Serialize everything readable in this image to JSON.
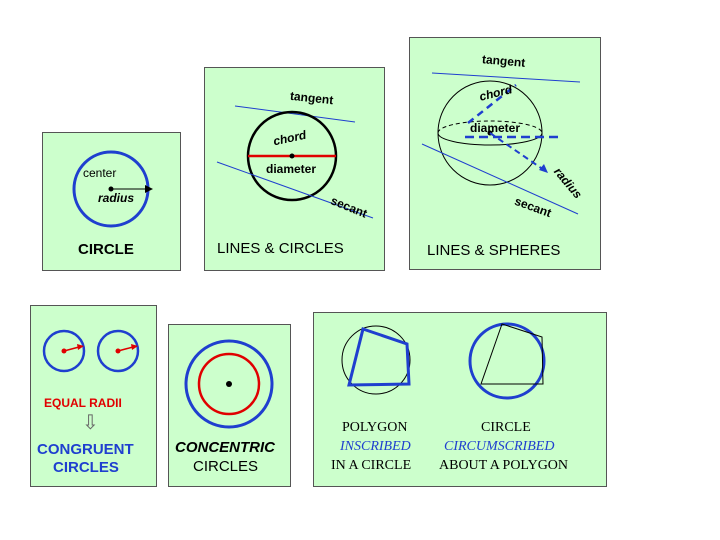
{
  "circle_panel": {
    "center_label": "center",
    "radius_label": "radius",
    "title": "CIRCLE"
  },
  "lines_circles_panel": {
    "tangent_label": "tangent",
    "chord_label": "chord",
    "diameter_label": "diameter",
    "secant_label": "secant",
    "title": "LINES & CIRCLES"
  },
  "lines_spheres_panel": {
    "tangent_label": "tangent",
    "chord_label": "chord",
    "diameter_label": "diameter",
    "radius_label": "radius",
    "secant_label": "secant",
    "title": "LINES & SPHERES"
  },
  "congruent_panel": {
    "equal_radii_label": "EQUAL RADII",
    "arrow_symbol": "⇩",
    "congruent_label": "CONGRUENT",
    "circles_label": "CIRCLES"
  },
  "concentric_panel": {
    "concentric_label": "CONCENTRIC",
    "circles_label": "CIRCLES"
  },
  "polygon_panel": {
    "polygon_label": "POLYGON",
    "inscribed_label": "INSCRIBED",
    "in_circle_label": "IN A CIRCLE",
    "circle_label": "CIRCLE",
    "circumscribed_label": "CIRCUMSCRIBED",
    "about_polygon_label": "ABOUT A POLYGON"
  },
  "colors": {
    "panel_bg": "#ccffcc",
    "blue": "#1f3fcf",
    "red": "#e00000"
  }
}
